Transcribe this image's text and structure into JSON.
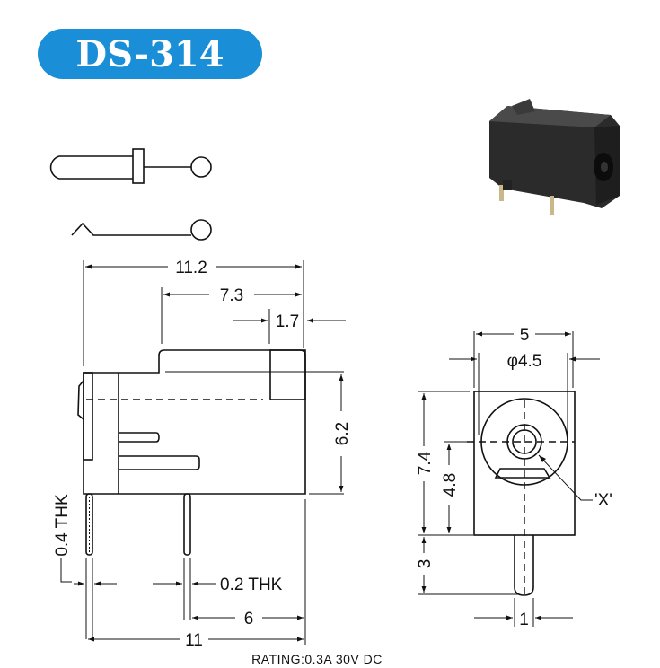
{
  "title": "DS-314",
  "rating": "RATING:0.3A 30V DC",
  "colors": {
    "title_bg": "#1a8fd8",
    "line": "#111111",
    "body_photo": "#2b2b2b"
  },
  "side_view": {
    "overall_length": "11.2",
    "barrel_length": "7.3",
    "front_step": "1.7",
    "height": "6.2",
    "pin_thickness_left": "0.4 THK",
    "pin_thickness_mid": "0.2 THK",
    "pin_spacing": "6",
    "pin_span": "11"
  },
  "front_view": {
    "width": "5",
    "hole_diameter": "φ4.5",
    "height": "7.4",
    "center_height": "4.8",
    "pin_length": "3",
    "pin_width": "1",
    "pin_callout": "'X'"
  }
}
